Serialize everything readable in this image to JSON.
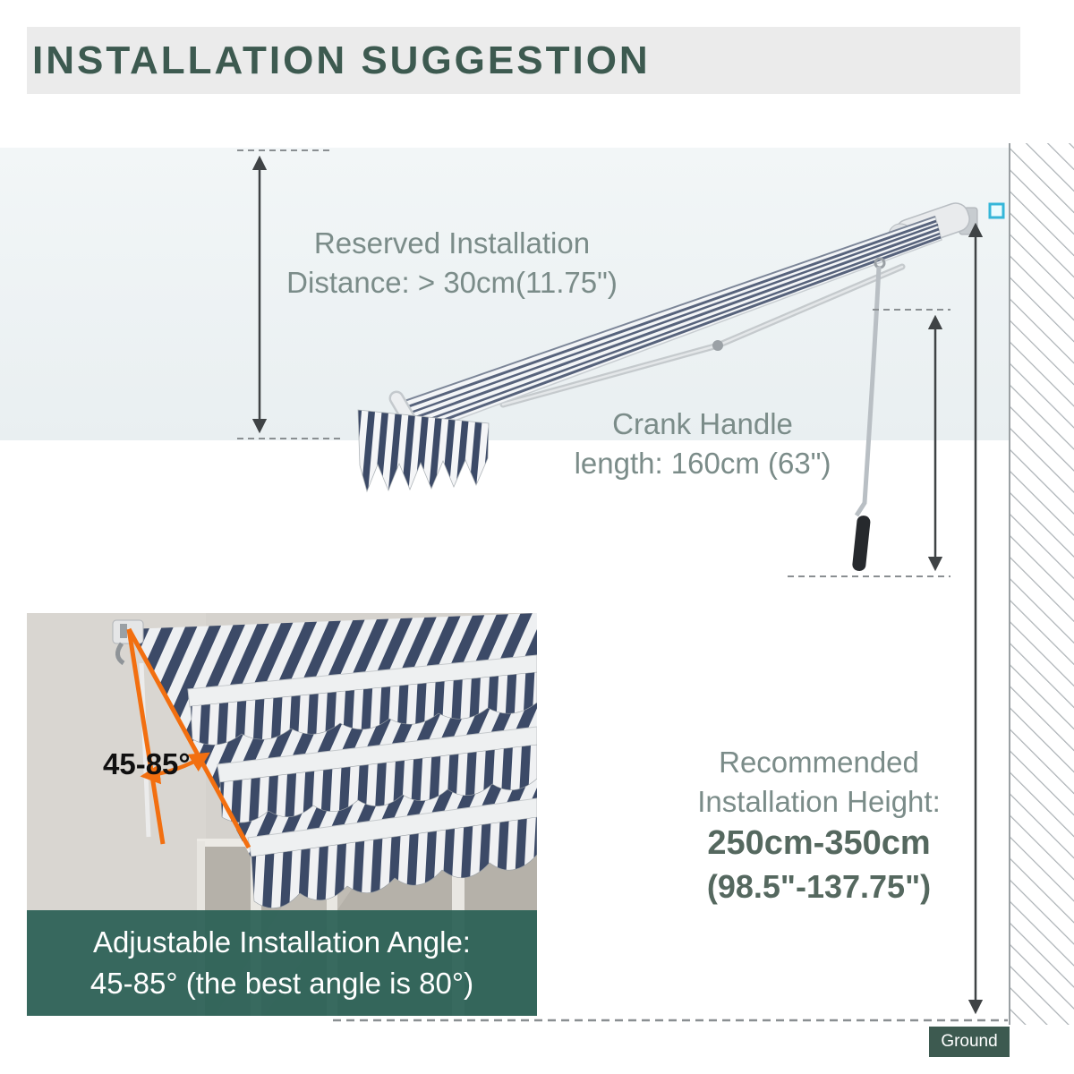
{
  "title": {
    "text": "INSTALLATION SUGGESTION"
  },
  "annotations": {
    "reserved": {
      "line1": "Reserved Installation",
      "line2": "Distance: > 30cm(11.75\")"
    },
    "crank": {
      "line1": "Crank Handle",
      "line2": "length: 160cm (63\")"
    },
    "recommended": {
      "line1": "Recommended",
      "line2": "Installation Height:",
      "line3": "250cm-350cm",
      "line4": "(98.5\"-137.75\")"
    },
    "ground_label": "Ground",
    "angle_label": "45-85°",
    "overlay": {
      "line1": "Adjustable Installation Angle:",
      "line2": "45-85° (the best angle is 80°)"
    }
  },
  "icons": {
    "wall_anchor": "mount-anchor-marker",
    "measure_arrow": "double-headed-arrow",
    "angle_arc": "angle-range-arc-arrow"
  },
  "colors": {
    "title-green": "#3d5a50",
    "banner-gray": "#ebebeb",
    "band-blue": "#edf2f4",
    "text-gray": "#7b8c89",
    "text-dark": "#55685f",
    "overlay-teal": "#2a6055",
    "ground-green": "#3d5a50",
    "angle-orange": "#f26f10",
    "stripe-navy": "#3c4a67",
    "anchor-cyan": "#35b6d9"
  }
}
